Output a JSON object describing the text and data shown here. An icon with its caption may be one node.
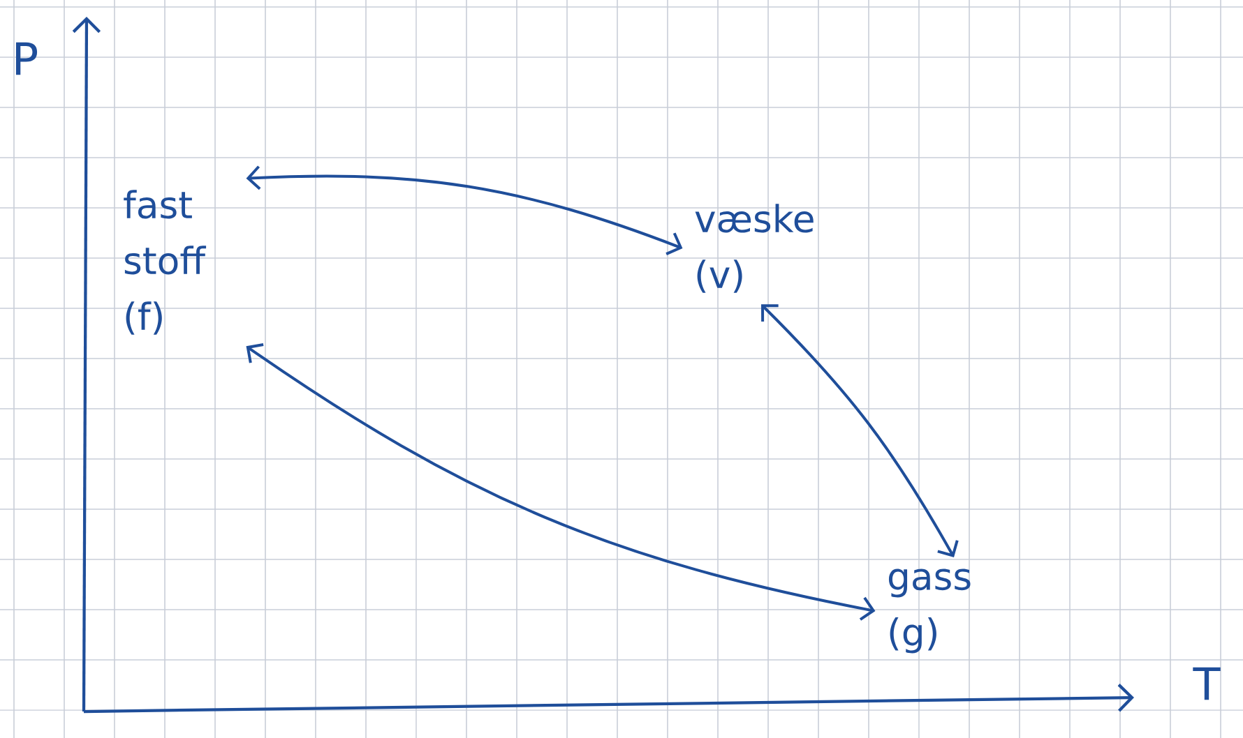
{
  "diagram": {
    "nodes": [
      {
        "text": [
          "fast stoff (f)"
        ]
      },
      {
        "text": [
          "væske (v)"
        ]
      },
      {
        "text": [
          "gass (g)"
        ]
      }
    ],
    "edges": [
      {
        "from": 0,
        "to": 1,
        "arrow": "both"
      },
      {
        "from": 0,
        "to": 2,
        "arrow": "both"
      },
      {
        "from": 1,
        "to": 2,
        "arrow": "both"
      }
    ],
    "labels": [
      "P",
      "T"
    ]
  }
}
